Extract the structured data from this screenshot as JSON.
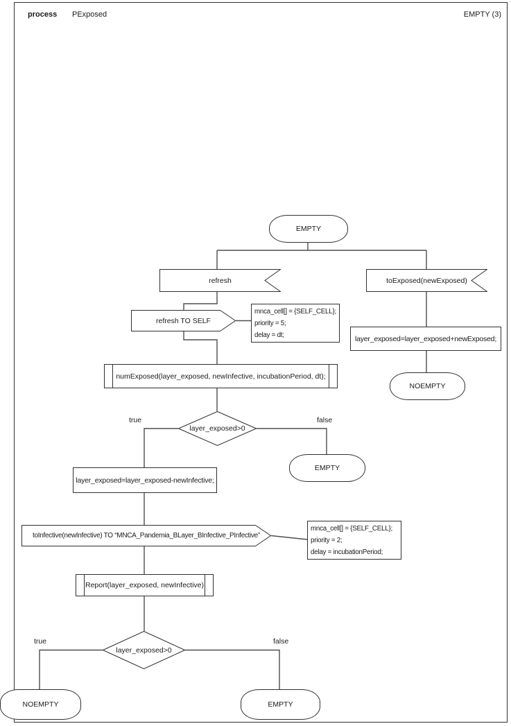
{
  "header": {
    "kind_label": "process",
    "process_name": "PExposed",
    "state_indicator": "EMPTY (3)"
  },
  "nodes": {
    "state_empty_top": "EMPTY",
    "input_refresh": "refresh",
    "input_to_exposed": "toExposed(newExposed)",
    "output_refresh_to_self": "refresh TO SELF",
    "comment_refresh": {
      "line1": "mnca_cell[] = {SELF_CELL};",
      "line2": "priority = 5;",
      "line3": "delay = dt;"
    },
    "task_add_exposed": "layer_exposed=layer_exposed+newExposed;",
    "proc_num_exposed": "numExposed(layer_exposed, newInfective, incubationPeriod, dt);",
    "state_noempty_right": "NOEMPTY",
    "decision_top": {
      "condition": "layer_exposed>0",
      "true_label": "true",
      "false_label": "false"
    },
    "state_empty_mid": "EMPTY",
    "task_sub_infective": "layer_exposed=layer_exposed-newInfective;",
    "output_to_infective": "toInfective(newInfective) TO “MNCA_Pandemia_BLayer_BInfective_PInfective”",
    "comment_infective": {
      "line1": "mnca_cell[] = {SELF_CELL};",
      "line2": "priority = 2;",
      "line3": "delay = incubationPeriod;"
    },
    "proc_report": "Report(layer_exposed, newInfective)",
    "decision_bottom": {
      "condition": "layer_exposed>0",
      "true_label": "true",
      "false_label": "false"
    },
    "state_noempty_bottom": "NOEMPTY",
    "state_empty_bottom": "EMPTY"
  }
}
